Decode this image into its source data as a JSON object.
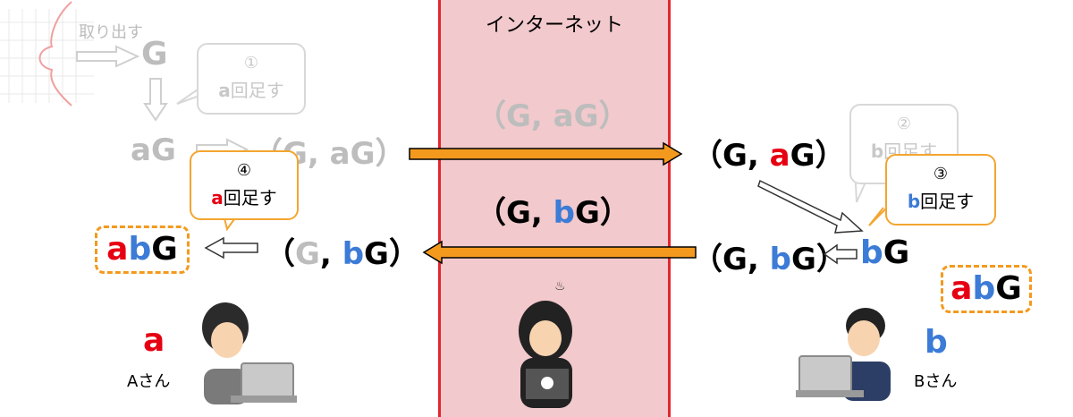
{
  "internet": {
    "label": "インターネット"
  },
  "faded_flow": {
    "extract_label": "取り出す",
    "g": "G",
    "ag": "aG",
    "pair_ag_left": "（G, aG）"
  },
  "bubble1": {
    "num": "①",
    "secret": "a",
    "suffix": "回足す"
  },
  "bubble2": {
    "num": "②",
    "secret": "b",
    "suffix": "回足す"
  },
  "bubble3": {
    "num": "③",
    "secret": "b",
    "suffix": "回足す"
  },
  "bubble4": {
    "num": "④",
    "secret": "a",
    "suffix": "回足す"
  },
  "internet_pairs": {
    "ag": {
      "open": "（G, ",
      "secret": "a",
      "rest": "G）"
    },
    "bg": {
      "open": "（G, ",
      "secret": "b",
      "rest": "G）"
    }
  },
  "right": {
    "received_ag": {
      "open": "（G, ",
      "secret": "a",
      "rest": "G）"
    },
    "sent_bg": {
      "open": "（G, ",
      "secret": "b",
      "rest": "G）"
    },
    "bg": {
      "secret": "b",
      "rest": "G"
    },
    "result": {
      "a": "a",
      "b": "b",
      "g": "G"
    },
    "person_secret": "b",
    "person_name": "Bさん"
  },
  "left": {
    "received_bg": {
      "open": "（",
      "g": "G",
      "sep": ", ",
      "secret": "b",
      "rest": "G）"
    },
    "result": {
      "a": "a",
      "b": "b",
      "g": "G"
    },
    "person_secret": "a",
    "person_name": "Aさん"
  },
  "colors": {
    "red": "#e60012",
    "blue": "#3c7bd6",
    "orange": "#f39a1e",
    "internet_bg": "#f2c9cc",
    "internet_border": "#e3262f"
  }
}
